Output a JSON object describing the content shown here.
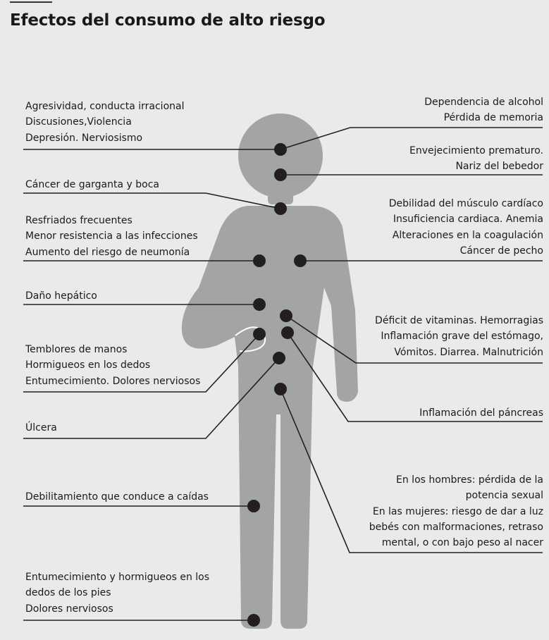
{
  "title": "Efectos del consumo de alto riesgo",
  "colors": {
    "background": "#e9eaea",
    "body": "#a3a4a6",
    "dot": "#231f20",
    "line": "#231f20",
    "text": "#1a1a1a"
  },
  "labels": {
    "brain": [
      "Agresividad, conducta irracional",
      "Discusiones,Violencia",
      "Depresión. Nerviosismo"
    ],
    "alcohol": [
      "Dependencia de alcohol",
      "Pérdida de memoria"
    ],
    "aging": [
      "Envejecimiento prematuro.",
      "Nariz del bebedor"
    ],
    "throat": [
      "Cáncer de garganta y boca"
    ],
    "lungs": [
      "Resfriados frecuentes",
      "Menor resistencia a las infecciones",
      "Aumento del riesgo de neumonía"
    ],
    "heart": [
      "Debilidad del músculo cardíaco",
      "Insuficiencia cardiaca. Anemia",
      "Alteraciones en la coagulación",
      "Cáncer de pecho"
    ],
    "liver": [
      "Daño hepático"
    ],
    "stomach": [
      "Déficit de vitaminas. Hemorragias",
      "Inflamación grave del estómago,",
      "Vómitos. Diarrea. Malnutrición"
    ],
    "nerves": [
      "Temblores de manos",
      "Hormigueos en los dedos",
      "Entumecimiento. Dolores nerviosos"
    ],
    "pancreas": [
      "Inflamación del páncreas"
    ],
    "ulcer": [
      "Úlcera"
    ],
    "falls": [
      "Debilitamiento que conduce a caídas"
    ],
    "sexual": [
      "En los hombres: pérdida de la",
      "potencia sexual",
      "En las mujeres: riesgo de dar a luz",
      "bebés con malformaciones, retraso",
      "mental, o con bajo peso al nacer"
    ],
    "feet": [
      "Entumecimiento y hormigueos en los",
      "dedos de los pies",
      "Dolores nerviosos"
    ]
  }
}
